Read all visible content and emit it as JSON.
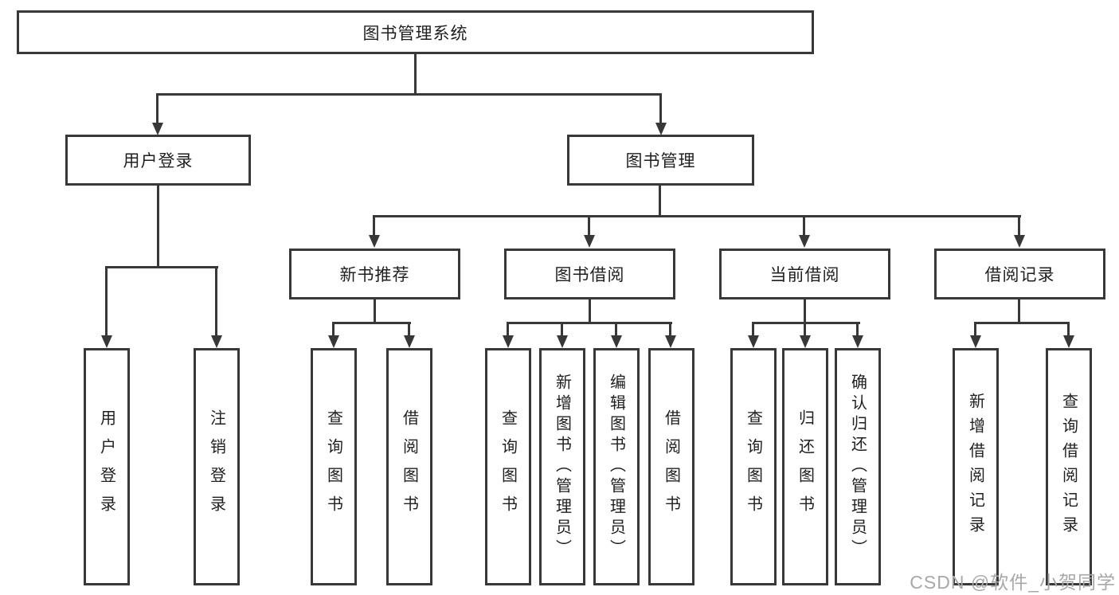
{
  "diagram": {
    "type": "hierarchy-tree",
    "colors": {
      "line": "#383838",
      "box_border": "#383838",
      "box_fill": "#ffffff",
      "text": "#1f1f1f",
      "watermark": "#a8a8a8",
      "background": "#ffffff"
    }
  },
  "tree": {
    "label": "图书管理系统",
    "children": [
      {
        "label": "用户登录",
        "children": [
          {
            "label": "用户登录"
          },
          {
            "label": "注销登录"
          }
        ]
      },
      {
        "label": "图书管理",
        "children": [
          {
            "label": "新书推荐",
            "children": [
              {
                "label": "查询图书"
              },
              {
                "label": "借阅图书"
              }
            ]
          },
          {
            "label": "图书借阅",
            "children": [
              {
                "label": "查询图书"
              },
              {
                "label": "新增图书（管理员）"
              },
              {
                "label": "编辑图书（管理员）"
              },
              {
                "label": "借阅图书"
              }
            ]
          },
          {
            "label": "当前借阅",
            "children": [
              {
                "label": "查询图书"
              },
              {
                "label": "归还图书"
              },
              {
                "label": "确认归还（管理员）"
              }
            ]
          },
          {
            "label": "借阅记录",
            "children": [
              {
                "label": "新增借阅记录"
              },
              {
                "label": "查询借阅记录"
              }
            ]
          }
        ]
      }
    ]
  },
  "watermark": {
    "text": "CSDN @软件_小贺同学"
  }
}
